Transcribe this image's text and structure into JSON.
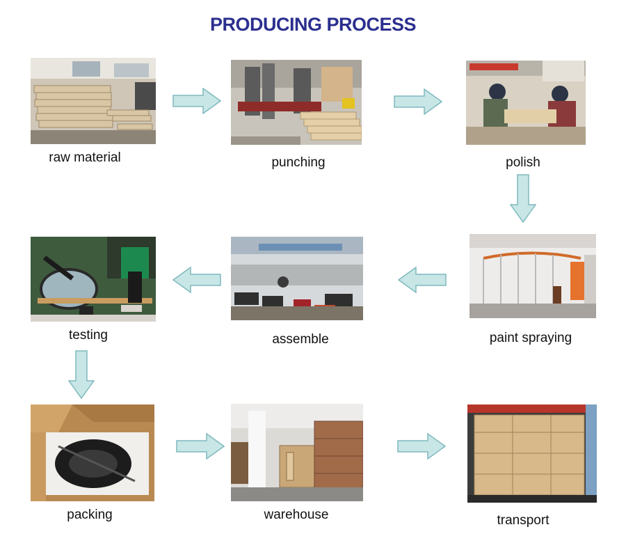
{
  "title": "PRODUCING PROCESS",
  "colors": {
    "title": "#2b2f8f",
    "arrow_fill": "#c8e6e6",
    "arrow_stroke": "#7fb9bd"
  },
  "steps": [
    {
      "label": "raw material"
    },
    {
      "label": "punching"
    },
    {
      "label": "polish"
    },
    {
      "label": "paint spraying"
    },
    {
      "label": "assemble"
    },
    {
      "label": "testing"
    },
    {
      "label": "packing"
    },
    {
      "label": "warehouse"
    },
    {
      "label": "transport"
    }
  ],
  "arrows": [
    "right",
    "right",
    "down",
    "left",
    "left",
    "down",
    "right",
    "right"
  ]
}
